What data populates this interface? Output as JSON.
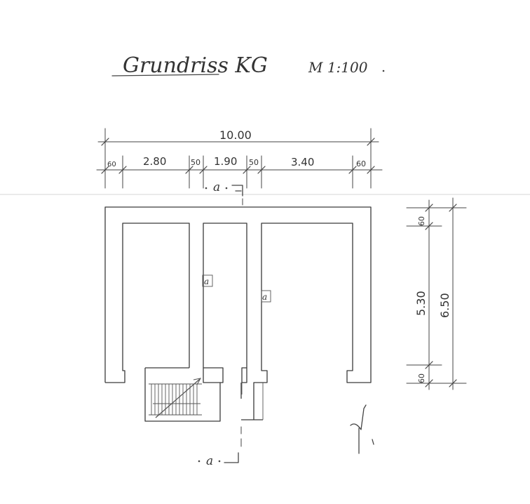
{
  "drawing": {
    "title": "Grundriss  KG",
    "scale": "M 1:100",
    "dimensions_top": {
      "overall": "10.00",
      "segments": [
        "60",
        "2.80",
        "50",
        "1.90",
        "50",
        "3.40",
        "60"
      ]
    },
    "dimensions_right": {
      "top_wall": "60",
      "inner": "5.30",
      "overall": "6.50",
      "bottom_wall": "60"
    },
    "section_marks": {
      "top": "a",
      "bottom": "a"
    },
    "room_labels": [
      "a",
      "a"
    ],
    "colors": {
      "line": "#3a3a3a",
      "paper": "#ffffff"
    }
  }
}
